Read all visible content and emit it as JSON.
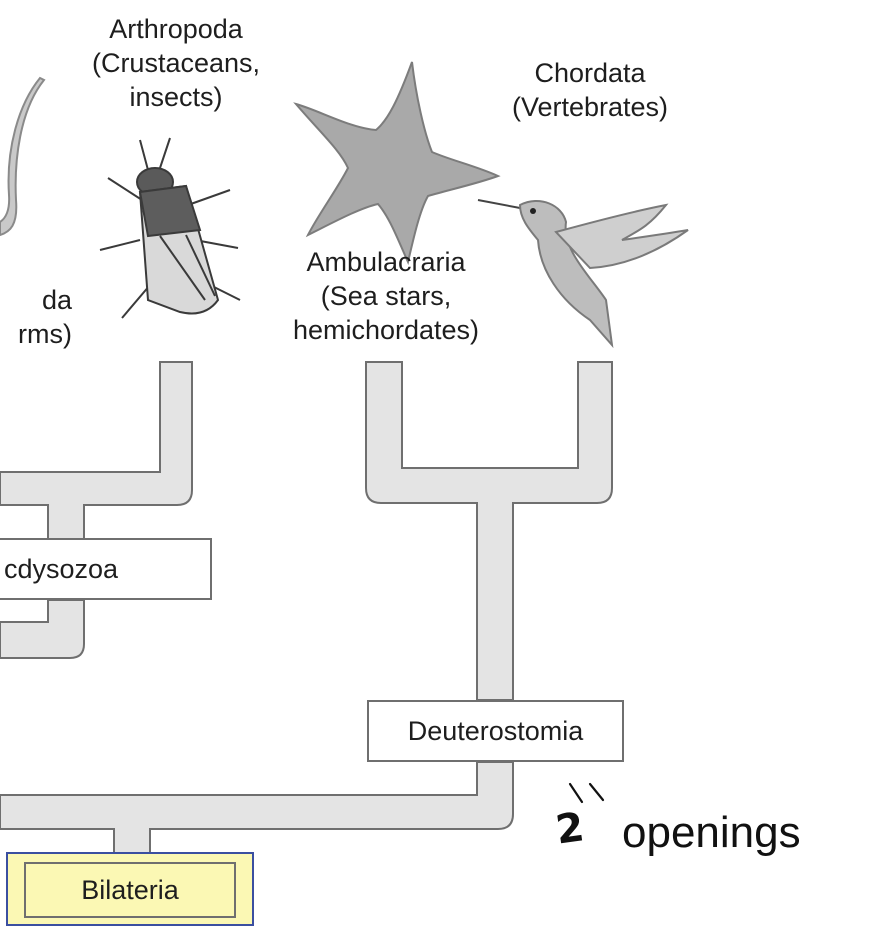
{
  "taxa": {
    "nematoda": {
      "line1": "da",
      "line2": "rms)"
    },
    "arthropoda": {
      "line1": "Arthropoda",
      "line2": "(Crustaceans,",
      "line3": "insects)"
    },
    "ambulacraria": {
      "line1": "Ambulacraria",
      "line2": "(Sea stars,",
      "line3": "hemichordates)"
    },
    "chordata": {
      "line1": "Chordata",
      "line2": "(Vertebrates)"
    }
  },
  "clades": {
    "ecdysozoa": "cdysozoa",
    "deuterostomia": "Deuterostomia",
    "bilateria": "Bilateria"
  },
  "annotation": {
    "numeral": "2",
    "text": "openings"
  },
  "colors": {
    "branch_fill": "#e4e4e4",
    "branch_stroke": "#6f6f6f",
    "bilateria_fill": "#fbf8b4",
    "bilateria_border": "#3b4fa0"
  },
  "icons": [
    "worm-icon",
    "insect-icon",
    "starfish-icon",
    "hummingbird-icon"
  ]
}
